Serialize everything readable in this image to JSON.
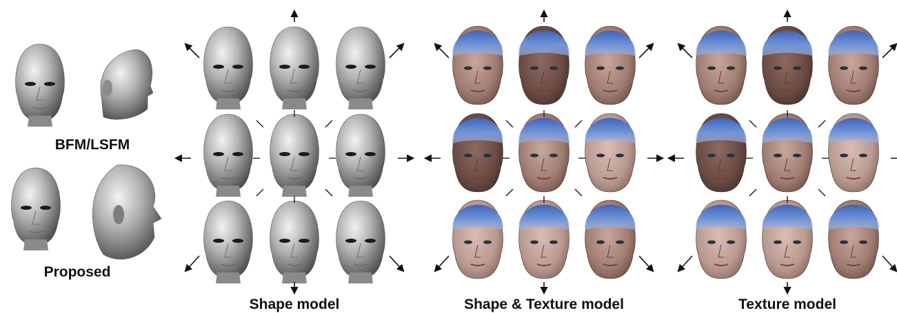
{
  "labels": {
    "bfm": "BFM/LSFM",
    "proposed": "Proposed"
  },
  "panels": [
    {
      "key": "shape",
      "caption": "Shape model",
      "style": "shape"
    },
    {
      "key": "shape_texture",
      "caption": "Shape & Texture model",
      "style": "textured"
    },
    {
      "key": "texture",
      "caption": "Texture model",
      "style": "textured"
    }
  ],
  "colors": {
    "ink": "#111111",
    "shape_face": "#bcbcbc",
    "skin": "#b08d82",
    "skin_dark": "#6b4a43",
    "cap": "#5a7fc8"
  }
}
